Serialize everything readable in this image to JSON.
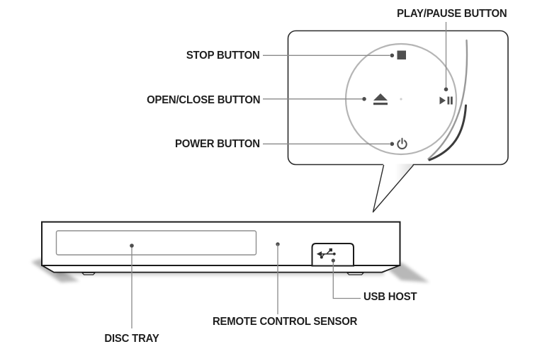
{
  "callout": {
    "labels": {
      "play_pause": "PLAY/PAUSE BUTTON",
      "stop": "STOP BUTTON",
      "open_close": "OPEN/CLOSE BUTTON",
      "power": "POWER BUTTON"
    },
    "icons": {
      "stop_icon": "filled square",
      "eject_icon": "triangle over bar (open/close)",
      "power_icon": "power circle with stem",
      "play_pause_icon": "play triangle with pause bars"
    }
  },
  "front_panel": {
    "labels": {
      "disc_tray": "DISC TRAY",
      "remote_sensor": "REMOTE CONTROL SENSOR",
      "usb_host": "USB HOST"
    },
    "icons": {
      "usb_icon": "USB trident"
    }
  },
  "colors": {
    "outline": "#1b1b1b",
    "callout_border": "#2b2b2b",
    "leader_line": "#8a8a8a",
    "leader_dot": "#4d4d4d",
    "icon": "#4f4f4f",
    "wheel_ring": "#b5b5b5",
    "tray_border": "#8f8f8f",
    "label_text": "#1e1e1e"
  }
}
